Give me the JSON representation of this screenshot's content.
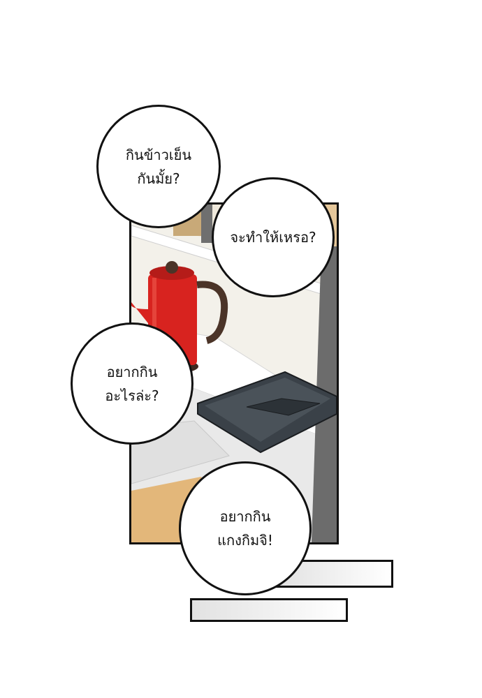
{
  "panel": {
    "description_icons": [
      "kettle-icon",
      "tray-icon"
    ]
  },
  "bubbles": [
    {
      "text": "กินข้าวเย็น\nกันมั้ย?"
    },
    {
      "text": "จะทำให้เหรอ?"
    },
    {
      "text": "อยากกิน\nอะไรล่ะ?"
    },
    {
      "text": "อยากกิน\nแกงกิมจิ!"
    }
  ],
  "colors": {
    "kettle": "#d8231f",
    "tray": "#3a4148",
    "ink": "#111111"
  }
}
